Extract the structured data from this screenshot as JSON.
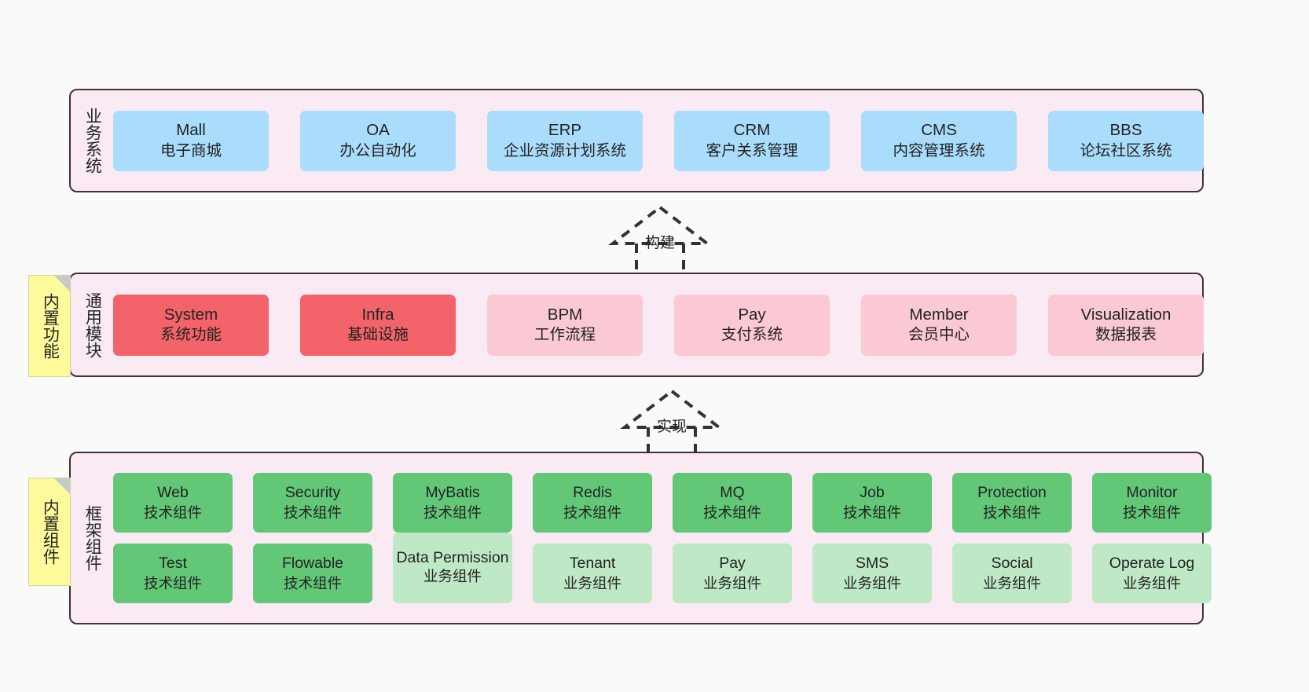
{
  "colors": {
    "canvas_bg": "#fafafa",
    "layer_bg": "#f9eaf4",
    "layer_border": "#433038",
    "business_node": "#aadcfc",
    "module_core": "#f2646a",
    "module_plain": "#fbc9d4",
    "framework_tech": "#62c777",
    "framework_biz": "#bfe8c6",
    "note_bg": "#fcfa9b",
    "text": "#232323"
  },
  "layers": [
    {
      "id": "business",
      "title": "业务系统",
      "nodes": [
        {
          "en": "Mall",
          "cn": "电子商城"
        },
        {
          "en": "OA",
          "cn": "办公自动化"
        },
        {
          "en": "ERP",
          "cn": "企业资源计划系统"
        },
        {
          "en": "CRM",
          "cn": "客户关系管理"
        },
        {
          "en": "CMS",
          "cn": "内容管理系统"
        },
        {
          "en": "BBS",
          "cn": "论坛社区系统"
        }
      ]
    },
    {
      "id": "module",
      "title": "通用模块",
      "note": "内置功能",
      "nodes": [
        {
          "en": "System",
          "cn": "系统功能",
          "variant": "core"
        },
        {
          "en": "Infra",
          "cn": "基础设施",
          "variant": "core"
        },
        {
          "en": "BPM",
          "cn": "工作流程",
          "variant": "plain"
        },
        {
          "en": "Pay",
          "cn": "支付系统",
          "variant": "plain"
        },
        {
          "en": "Member",
          "cn": "会员中心",
          "variant": "plain"
        },
        {
          "en": "Visualization",
          "cn": "数据报表",
          "variant": "plain"
        }
      ]
    },
    {
      "id": "framework",
      "title": "框架组件",
      "note": "内置组件",
      "rows": [
        [
          {
            "en": "Web",
            "cn": "技术组件",
            "variant": "tech"
          },
          {
            "en": "Security",
            "cn": "技术组件",
            "variant": "tech"
          },
          {
            "en": "MyBatis",
            "cn": "技术组件",
            "variant": "tech"
          },
          {
            "en": "Redis",
            "cn": "技术组件",
            "variant": "tech"
          },
          {
            "en": "MQ",
            "cn": "技术组件",
            "variant": "tech"
          },
          {
            "en": "Job",
            "cn": "技术组件",
            "variant": "tech"
          },
          {
            "en": "Protection",
            "cn": "技术组件",
            "variant": "tech"
          },
          {
            "en": "Monitor",
            "cn": "技术组件",
            "variant": "tech"
          }
        ],
        [
          {
            "en": "Test",
            "cn": "技术组件",
            "variant": "tech"
          },
          {
            "en": "Flowable",
            "cn": "技术组件",
            "variant": "tech"
          },
          {
            "en": "Data Permission",
            "cn": "业务组件",
            "variant": "biz",
            "tall": true
          },
          {
            "en": "Tenant",
            "cn": "业务组件",
            "variant": "biz"
          },
          {
            "en": "Pay",
            "cn": "业务组件",
            "variant": "biz"
          },
          {
            "en": "SMS",
            "cn": "业务组件",
            "variant": "biz"
          },
          {
            "en": "Social",
            "cn": "业务组件",
            "variant": "biz"
          },
          {
            "en": "Operate Log",
            "cn": "业务组件",
            "variant": "biz"
          }
        ]
      ]
    }
  ],
  "arrows": [
    {
      "id": "build",
      "label": "构建"
    },
    {
      "id": "implement",
      "label": "实现"
    }
  ]
}
